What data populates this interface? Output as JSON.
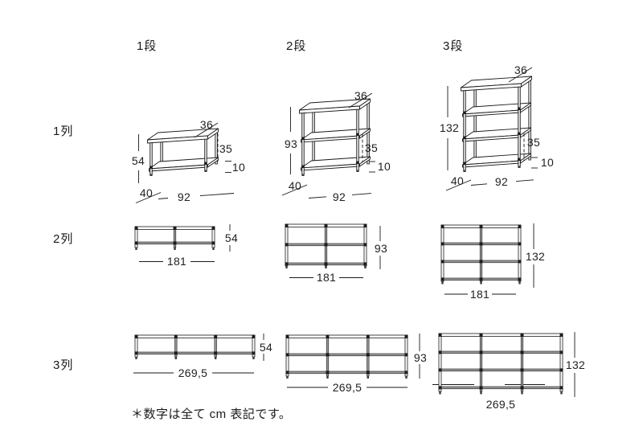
{
  "note": "＊数字は全て cm 表記です。",
  "col_headers": [
    {
      "label": "1段"
    },
    {
      "label": "2段"
    },
    {
      "label": "3段"
    }
  ],
  "row_headers": [
    {
      "label": "1列"
    },
    {
      "label": "2列"
    },
    {
      "label": "3列"
    }
  ],
  "colors": {
    "line": "#1a1a1a",
    "shelf_gray": "#9a9a9a",
    "background": "#ffffff"
  },
  "diagrams": {
    "iso_1x1": {
      "width": "92",
      "depth": "40",
      "top_depth": "36",
      "height": "54",
      "shelf_pitch": "35",
      "bottom_clearance": "10"
    },
    "iso_1x2": {
      "width": "92",
      "depth": "40",
      "top_depth": "36",
      "height": "93",
      "shelf_pitch": "35",
      "bottom_clearance": "10"
    },
    "iso_1x3": {
      "width": "92",
      "depth": "40",
      "top_depth": "36",
      "height": "132",
      "shelf_pitch": "35",
      "bottom_clearance": "10"
    },
    "front_2x1": {
      "width": "181",
      "height": "54"
    },
    "front_2x2": {
      "width": "181",
      "height": "93"
    },
    "front_2x3": {
      "width": "181",
      "height": "132"
    },
    "front_3x1": {
      "width": "269,5",
      "height": "54"
    },
    "front_3x2": {
      "width": "269,5",
      "height": "93"
    },
    "front_3x3": {
      "width": "269,5",
      "height": "132"
    }
  }
}
